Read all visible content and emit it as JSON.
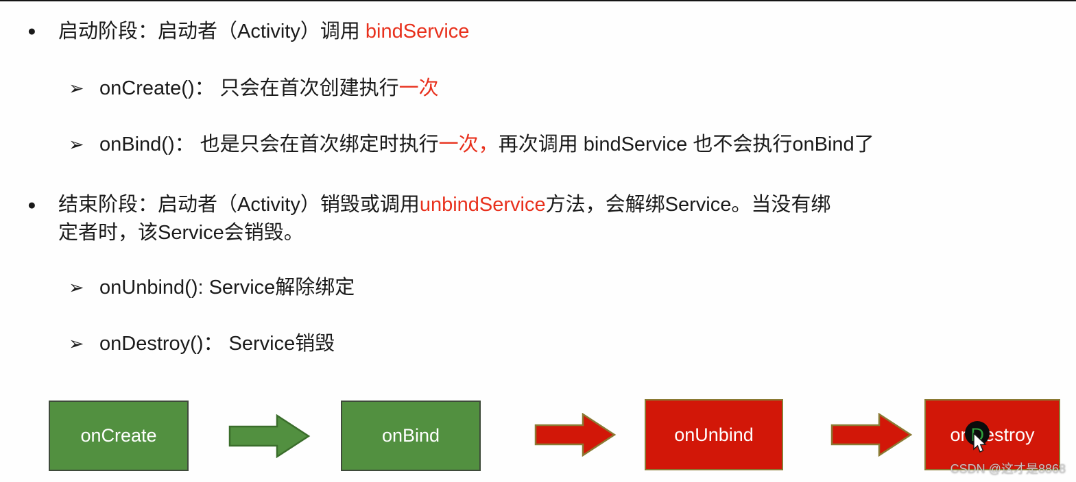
{
  "page": {
    "watermark": "CSDN @这才是8868"
  },
  "colors": {
    "green_fill": "#529040",
    "green_border": "#3a6d2b",
    "red_fill": "#d21708",
    "red_border": "#8a7a33",
    "text_red": "#e8301c",
    "text_black": "#1a1a1a",
    "destroy_d_green": "#2fa43c"
  },
  "content": {
    "rows": [
      {
        "marker": "●",
        "segments": [
          {
            "t": "启动阶段：启动者（Activity）调用 "
          },
          {
            "t": "bindService"
          }
        ]
      },
      {
        "marker": "➢",
        "segments": [
          {
            "t": "onCreate()： 只会在首次创建执行"
          },
          {
            "t": "一次"
          }
        ]
      },
      {
        "marker": "➢",
        "segments": [
          {
            "t": "onBind()： 也是只会在首次绑定时执行"
          },
          {
            "t": "一次，"
          },
          {
            "t": "再次调用 bindService 也不会执行onBind了"
          }
        ]
      },
      {
        "marker": "●",
        "segments": [
          {
            "t": "结束阶段：启动者（Activity）销毁或调用"
          },
          {
            "t": "unbindService"
          },
          {
            "t": "方法，会解绑Service。当没有绑"
          },
          {
            "t": "定者时，该Service会销毁。"
          }
        ]
      },
      {
        "marker": "➢",
        "segments": [
          {
            "t": "onUnbind(): Service解除绑定"
          }
        ]
      },
      {
        "marker": "➢",
        "segments": [
          {
            "t": "onDestroy()： Service销毁"
          }
        ]
      }
    ]
  },
  "diagram": {
    "nodes": [
      {
        "label": "onCreate",
        "color": "green"
      },
      {
        "label": "onBind",
        "color": "green"
      },
      {
        "label": "onUnbind",
        "color": "red"
      },
      {
        "label": "onDestroy",
        "color": "red",
        "pre": "on",
        "highlight": "D",
        "post": "estroy"
      }
    ],
    "arrows": [
      {
        "color": "green"
      },
      {
        "color": "red"
      },
      {
        "color": "red"
      }
    ]
  }
}
